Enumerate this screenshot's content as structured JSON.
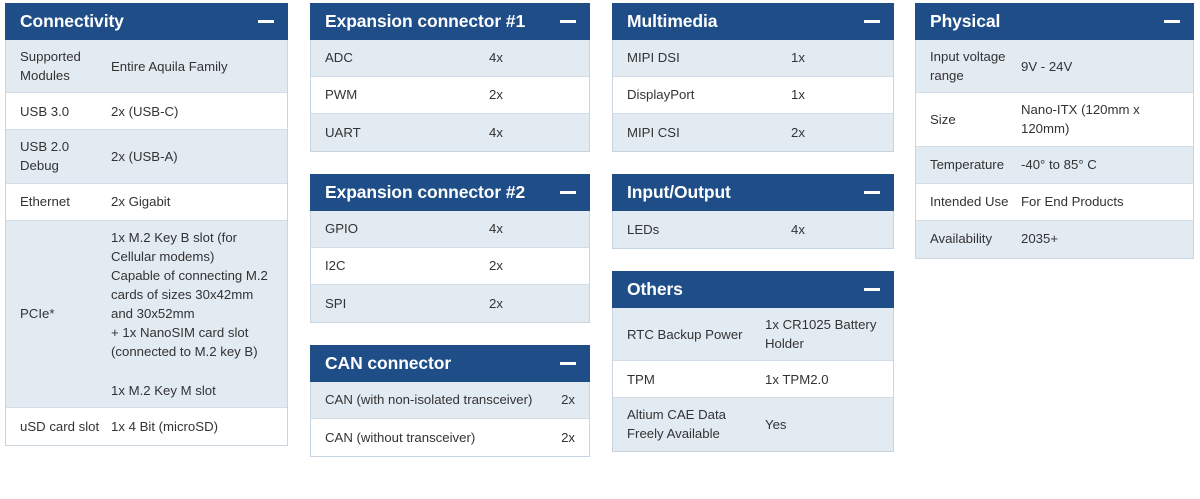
{
  "accent_color": "#1e4d87",
  "row_alt_color": "#e2eaf2",
  "row_plain_color": "#ffffff",
  "border_color": "#c8d4e0",
  "collapse_icon": "minus-icon",
  "columns": [
    {
      "cards": [
        {
          "title": "Connectivity",
          "layout": "a",
          "rows": [
            {
              "label": "Supported Modules",
              "value": "Entire Aquila Family"
            },
            {
              "label": "USB 3.0",
              "value": "2x (USB-C)"
            },
            {
              "label": "USB 2.0 Debug",
              "value": "2x (USB-A)"
            },
            {
              "label": "Ethernet",
              "value": "2x Gigabit"
            },
            {
              "label": "PCIe*",
              "value": "1x M.2 Key B slot (for Cellular modems)\nCapable of connecting M.2 cards of sizes 30x42mm and 30x52mm\n+ 1x NanoSIM card slot (connected to M.2 key B)\n\n1x M.2 Key M slot"
            },
            {
              "label": "uSD card slot",
              "value": "1x 4 Bit (microSD)"
            }
          ]
        }
      ]
    },
    {
      "cards": [
        {
          "title": "Expansion connector #1",
          "layout": "b",
          "rows": [
            {
              "label": "ADC",
              "value": "4x"
            },
            {
              "label": "PWM",
              "value": "2x"
            },
            {
              "label": "UART",
              "value": "4x"
            }
          ]
        },
        {
          "title": "Expansion connector #2",
          "layout": "b",
          "rows": [
            {
              "label": "GPIO",
              "value": "4x"
            },
            {
              "label": "I2C",
              "value": "2x"
            },
            {
              "label": "SPI",
              "value": "2x"
            }
          ]
        },
        {
          "title": "CAN connector",
          "layout": "c",
          "rows": [
            {
              "label": "CAN (with non-isolated transceiver)",
              "value": "2x"
            },
            {
              "label": "CAN (without transceiver)",
              "value": "2x"
            }
          ]
        }
      ]
    },
    {
      "cards": [
        {
          "title": "Multimedia",
          "layout": "b",
          "rows": [
            {
              "label": "MIPI DSI",
              "value": "1x"
            },
            {
              "label": "DisplayPort",
              "value": "1x"
            },
            {
              "label": "MIPI CSI",
              "value": "2x"
            }
          ]
        },
        {
          "title": "Input/Output",
          "layout": "b",
          "rows": [
            {
              "label": "LEDs",
              "value": "4x"
            }
          ]
        },
        {
          "title": "Others",
          "layout": "others",
          "rows": [
            {
              "label": "RTC Backup Power",
              "value": "1x CR1025 Battery Holder"
            },
            {
              "label": "TPM",
              "value": "1x TPM2.0"
            },
            {
              "label": "Altium CAE Data Freely Available",
              "value": "Yes"
            }
          ]
        }
      ]
    },
    {
      "cards": [
        {
          "title": "Physical",
          "layout": "a",
          "rows": [
            {
              "label": "Input voltage range",
              "value": "9V - 24V"
            },
            {
              "label": "Size",
              "value": "Nano-ITX (120mm x 120mm)"
            },
            {
              "label": "Temperature",
              "value": "-40° to 85° C"
            },
            {
              "label": "Intended Use",
              "value": "For End Products"
            },
            {
              "label": "Availability",
              "value": "2035+"
            }
          ]
        }
      ]
    }
  ]
}
